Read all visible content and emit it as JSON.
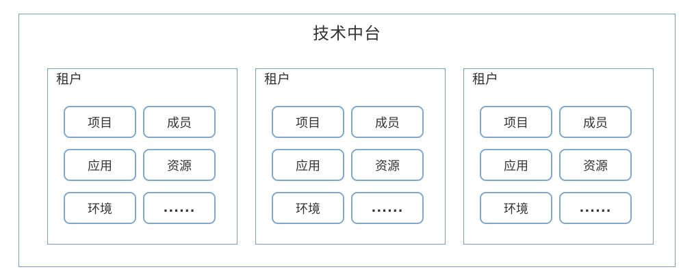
{
  "title": "技术中台",
  "tenants": [
    {
      "label": "租户",
      "cells": [
        "项目",
        "成员",
        "应用",
        "资源",
        "环境",
        "......"
      ]
    },
    {
      "label": "租户",
      "cells": [
        "项目",
        "成员",
        "应用",
        "资源",
        "环境",
        "......"
      ]
    },
    {
      "label": "租户",
      "cells": [
        "项目",
        "成员",
        "应用",
        "资源",
        "环境",
        "......"
      ]
    }
  ]
}
